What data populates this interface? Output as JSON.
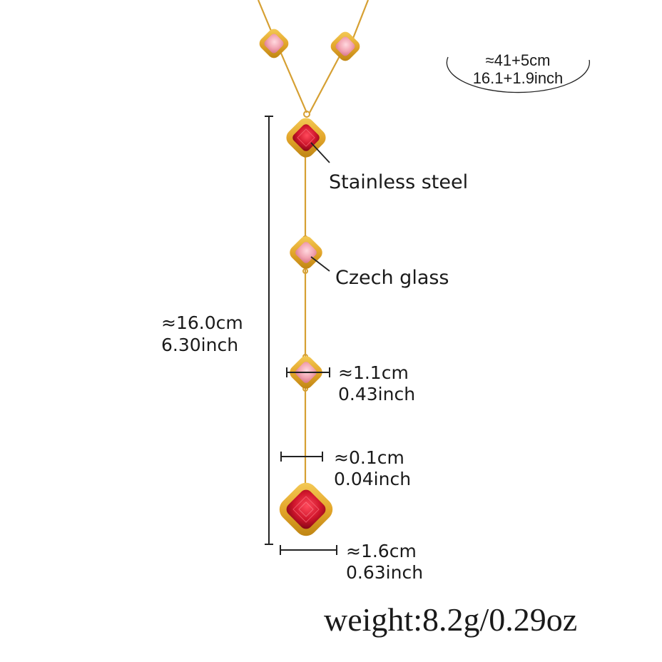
{
  "length_badge": {
    "cm": "≈41+5cm",
    "inch": "16.1+1.9inch"
  },
  "pendant_length": {
    "cm": "≈16.0cm",
    "inch": "6.30inch"
  },
  "callouts": {
    "material_steel": "Stainless steel",
    "material_glass": "Czech glass"
  },
  "measurements": {
    "small_stone": {
      "cm": "≈1.1cm",
      "inch": "0.43inch"
    },
    "chain": {
      "cm": "≈0.1cm",
      "inch": "0.04inch"
    },
    "large_stone": {
      "cm": "≈1.6cm",
      "inch": "0.63inch"
    }
  },
  "weight": "weight:8.2g/0.29oz",
  "colors": {
    "gold": "#e0a72a",
    "gold_dark": "#b97f12",
    "ruby": "#d0162c",
    "pink": "#f0a8b4",
    "line": "#222222"
  }
}
